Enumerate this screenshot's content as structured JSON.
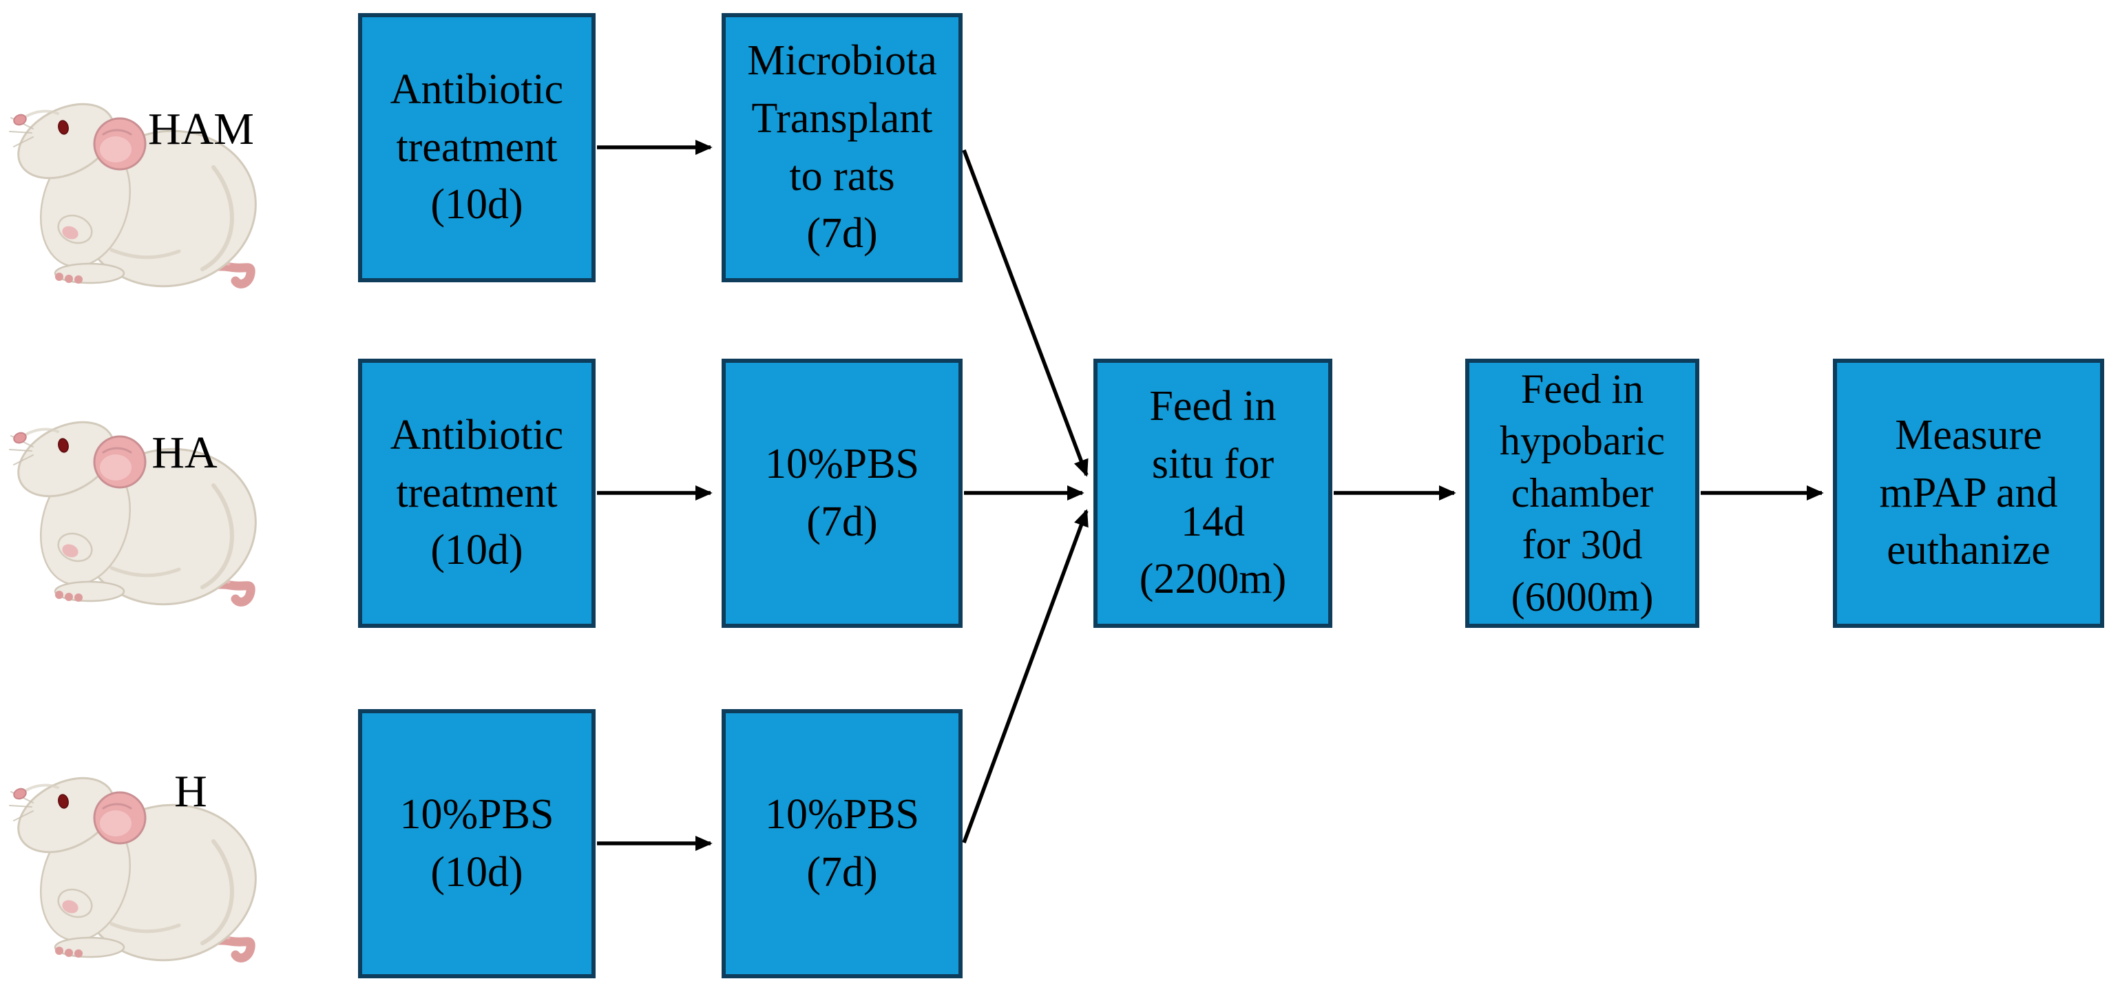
{
  "colors": {
    "box_fill": "#129bd8",
    "box_border": "#0e3c5b",
    "arrow": "#000000",
    "label_text": "#000000"
  },
  "groups": [
    {
      "label": "HAM",
      "steps": [
        {
          "text": "Antibiotic\ntreatment\n(10d)"
        },
        {
          "text": "Microbiota\nTransplant\nto rats\n(7d)"
        }
      ]
    },
    {
      "label": "HA",
      "steps": [
        {
          "text": "Antibiotic\ntreatment\n(10d)"
        },
        {
          "text": "10%PBS\n(7d)"
        }
      ]
    },
    {
      "label": "H",
      "steps": [
        {
          "text": "10%PBS\n(10d)"
        },
        {
          "text": "10%PBS\n(7d)"
        }
      ]
    }
  ],
  "shared_steps": [
    {
      "text": "Feed in\nsitu for\n14d\n(2200m)"
    },
    {
      "text": "Feed in\nhypobaric\nchamber\nfor 30d\n(6000m)"
    },
    {
      "text": "Measure\nmPAP and\neuthanize"
    }
  ]
}
